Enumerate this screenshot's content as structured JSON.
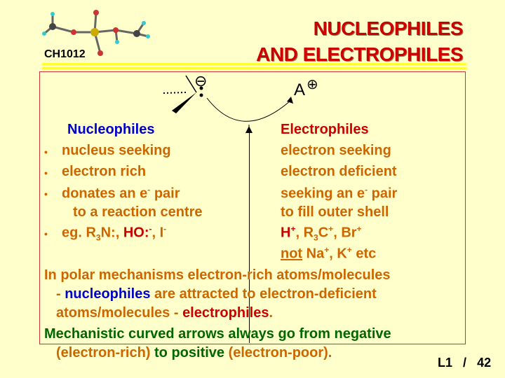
{
  "course": "CH1012",
  "title": {
    "line1": "NUCLEOPHILES",
    "line2": "AND ELECTROPHILES"
  },
  "diagram": {
    "nucleophile_charge": "⊖",
    "electrophile_atom": "A",
    "electrophile_charge": "⊕"
  },
  "headers": {
    "nucleophiles": "Nucleophiles",
    "electrophiles": "Electrophiles"
  },
  "rows": [
    {
      "left": "nucleus seeking",
      "right": "electron seeking"
    },
    {
      "left": "electron rich",
      "right": "electron deficient"
    },
    {
      "left": "donates an e",
      "left_sup": "-",
      "left_tail": " pair",
      "right": "seeking an e",
      "right_sup": "-",
      "right_tail": " pair"
    },
    {
      "left": "to a reaction centre",
      "right": "to fill outer shell"
    }
  ],
  "examples": {
    "prefix": "eg. R",
    "sub3": "3",
    "n": "N:, ",
    "ho": "HO:",
    "ho_sup": "-",
    "sep": ", I",
    "i_sup": "-",
    "h": "H",
    "h_sup": "+",
    "comma1": ", R",
    "c": "C",
    "c_sup": "+",
    "comma2": ", ",
    "br": "Br",
    "br_sup": "+",
    "not": "not",
    "na": " Na",
    "na_sup": "+",
    "k": ", K",
    "k_sup": "+",
    "etc": " etc"
  },
  "paragraph1": {
    "line1": "In polar mechanisms electron-rich atoms/molecules",
    "line2a": "- ",
    "line2b": "nucleophiles",
    "line2c": " are attracted to electron-deficient",
    "line3a": "atoms/molecules - ",
    "line3b": "electrophiles",
    "line3c": "."
  },
  "paragraph2": {
    "line1": "Mechanistic curved arrows always go from negative",
    "line2a": "(electron-rich)",
    "line2b": " to positive ",
    "line2c": "(electron-poor)."
  },
  "footer": {
    "lecture": "L1",
    "sep": "/",
    "page": "42"
  },
  "colors": {
    "background": "#ffffcc",
    "title": "#cc0000",
    "body": "#cc6600",
    "blue": "#0000cc",
    "green": "#006600",
    "rule": "#ffff33"
  }
}
